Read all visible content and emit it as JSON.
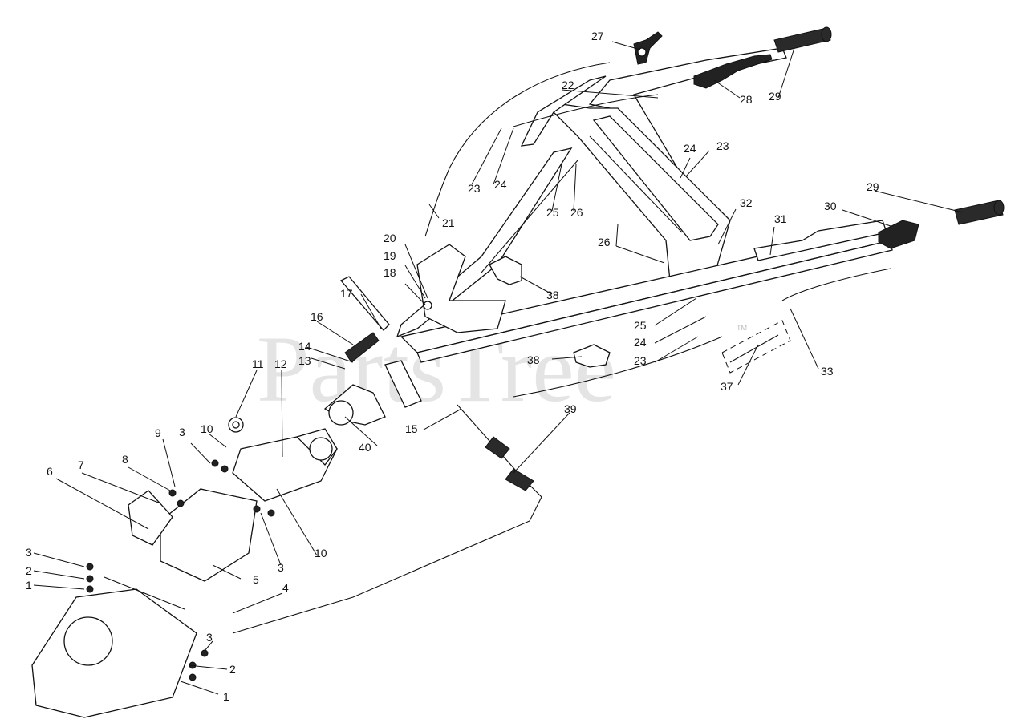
{
  "watermark": {
    "text": "PartsTree",
    "trademark": "TM"
  },
  "callouts": [
    {
      "id": "c1a",
      "label": "1"
    },
    {
      "id": "c2a",
      "label": "2"
    },
    {
      "id": "c3a",
      "label": "3"
    },
    {
      "id": "c1b",
      "label": "1"
    },
    {
      "id": "c2b",
      "label": "2"
    },
    {
      "id": "c3b",
      "label": "3"
    },
    {
      "id": "c3c",
      "label": "3"
    },
    {
      "id": "c3d",
      "label": "3"
    },
    {
      "id": "c4",
      "label": "4"
    },
    {
      "id": "c5",
      "label": "5"
    },
    {
      "id": "c6",
      "label": "6"
    },
    {
      "id": "c7",
      "label": "7"
    },
    {
      "id": "c8",
      "label": "8"
    },
    {
      "id": "c9",
      "label": "9"
    },
    {
      "id": "c10a",
      "label": "10"
    },
    {
      "id": "c10b",
      "label": "10"
    },
    {
      "id": "c11",
      "label": "11"
    },
    {
      "id": "c12",
      "label": "12"
    },
    {
      "id": "c13",
      "label": "13"
    },
    {
      "id": "c14",
      "label": "14"
    },
    {
      "id": "c15",
      "label": "15"
    },
    {
      "id": "c16",
      "label": "16"
    },
    {
      "id": "c17",
      "label": "17"
    },
    {
      "id": "c18",
      "label": "18"
    },
    {
      "id": "c19",
      "label": "19"
    },
    {
      "id": "c20",
      "label": "20"
    },
    {
      "id": "c21",
      "label": "21"
    },
    {
      "id": "c22",
      "label": "22"
    },
    {
      "id": "c23a",
      "label": "23"
    },
    {
      "id": "c23b",
      "label": "23"
    },
    {
      "id": "c23c",
      "label": "23"
    },
    {
      "id": "c24a",
      "label": "24"
    },
    {
      "id": "c24b",
      "label": "24"
    },
    {
      "id": "c24c",
      "label": "24"
    },
    {
      "id": "c25a",
      "label": "25"
    },
    {
      "id": "c25b",
      "label": "25"
    },
    {
      "id": "c26a",
      "label": "26"
    },
    {
      "id": "c26b",
      "label": "26"
    },
    {
      "id": "c27",
      "label": "27"
    },
    {
      "id": "c28",
      "label": "28"
    },
    {
      "id": "c29a",
      "label": "29"
    },
    {
      "id": "c29b",
      "label": "29"
    },
    {
      "id": "c30",
      "label": "30"
    },
    {
      "id": "c31",
      "label": "31"
    },
    {
      "id": "c32",
      "label": "32"
    },
    {
      "id": "c33",
      "label": "33"
    },
    {
      "id": "c37",
      "label": "37"
    },
    {
      "id": "c38a",
      "label": "38"
    },
    {
      "id": "c38b",
      "label": "38"
    },
    {
      "id": "c39",
      "label": "39"
    },
    {
      "id": "c40",
      "label": "40"
    }
  ]
}
